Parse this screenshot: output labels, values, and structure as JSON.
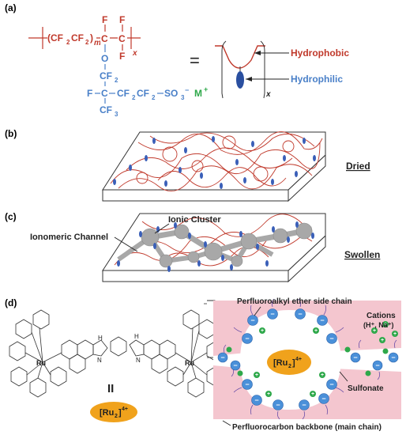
{
  "panels": {
    "a": {
      "label": "(a)",
      "formula": {
        "unit_left": "(CF",
        "sub2": "2",
        "mid": "CF",
        "close": ")",
        "m": "m",
        "carbon": "C",
        "carbon2": "C",
        "F": "F",
        "O": "O",
        "x": "x",
        "CF2": "CF",
        "chain_F": "F",
        "chain_C": "C",
        "chain_rest": "CF",
        "sulfonate": "SO",
        "sub3": "3",
        "minus": "−",
        "cation": "M",
        "plus": "+",
        "CF3": "CF"
      },
      "equals": "=",
      "hydrophobic": "Hydrophobic",
      "hydrophilic": "Hydrophilic",
      "x_label": "x"
    },
    "b": {
      "label": "(b)",
      "state": "Dried"
    },
    "c": {
      "label": "(c)",
      "state": "Swollen",
      "cluster": "Ionic Cluster",
      "channel": "Ionomeric Channel"
    },
    "d": {
      "label": "(d)",
      "charge": "4+",
      "ru": "Ru",
      "nh": "H",
      "n": "N",
      "separator": "II",
      "complex": "[Ru",
      "complex_sub": "2",
      "complex_close": "]",
      "complex_charge": "4+",
      "side_chain": "Perfluoroalkyl ether side chain",
      "cations_title": "Cations",
      "cations_list": "(H⁺, Na⁺)",
      "sulfonate": "Sulfonate",
      "backbone": "Perfluorocarbon backbone (main chain)"
    }
  },
  "colors": {
    "red": "#c0392b",
    "blue": "#4a80c8",
    "green": "#2ea84a",
    "pink": "#f4c6cf",
    "orange": "#f0a21c",
    "grey": "#9a9a9a"
  }
}
